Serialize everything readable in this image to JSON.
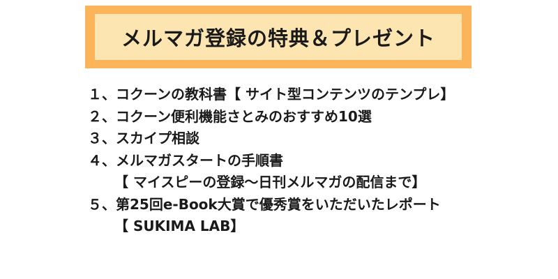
{
  "banner": {
    "title": "メルマガ登録の特典＆プレゼント"
  },
  "list": {
    "lines": [
      "１、コクーンの教科書【 サイト型コンテンツのテンプレ】",
      "２、コクーン便利機能さとみのおすすめ10選",
      "３、スカイプ相談",
      "４、メルマガスタートの手順書",
      "【 マイスピーの登録～日刊メルマガの配信まで】",
      "５、第25回e-Book大賞で優秀賞をいただいたレポート",
      "【 SUKIMA LAB】"
    ]
  },
  "colors": {
    "banner_border": "#fbb45a",
    "banner_fill": "#fde5b1",
    "text": "#1a1a1a"
  }
}
